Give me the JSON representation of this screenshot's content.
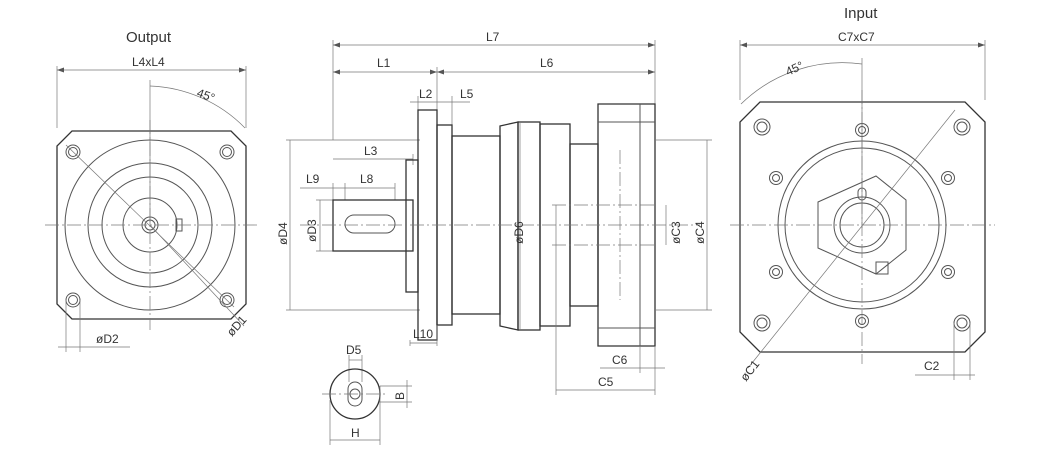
{
  "views": {
    "output_title": "Output",
    "input_title": "Input"
  },
  "labels": {
    "l4xl4": "L4xL4",
    "angle_out": "45°",
    "d2": "øD2",
    "d1": "øD1",
    "l7": "L7",
    "l1": "L1",
    "l6": "L6",
    "l2": "L2",
    "l5": "L5",
    "l3": "L3",
    "l9": "L9",
    "l8": "L8",
    "d4": "øD4",
    "d3": "øD3",
    "d6": "øD6",
    "c3": "øC3",
    "c4": "øC4",
    "l10": "L10",
    "c6": "C6",
    "c5": "C5",
    "d5": "D5",
    "b": "B",
    "h": "H",
    "c7xc7": "C7xC7",
    "angle_in": "45°",
    "c1": "øC1",
    "c2": "C2"
  },
  "colors": {
    "line": "#555555",
    "text": "#333333"
  }
}
